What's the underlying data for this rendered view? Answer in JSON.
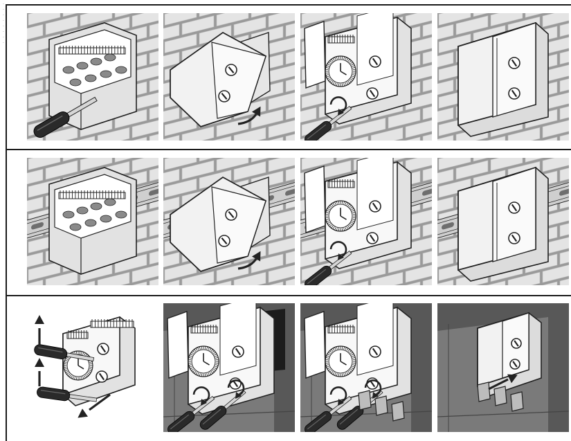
{
  "figure": {
    "rows": [
      {
        "id": "row-wall-mount",
        "steps": [
          {
            "scene": "wall",
            "stage": "base-screwdriver"
          },
          {
            "scene": "wall",
            "stage": "cover-hinge"
          },
          {
            "scene": "wall",
            "stage": "open-screwdriver"
          },
          {
            "scene": "wall",
            "stage": "closed"
          }
        ]
      },
      {
        "id": "row-rail-mount",
        "steps": [
          {
            "scene": "rail",
            "stage": "base"
          },
          {
            "scene": "rail",
            "stage": "cover-hinge"
          },
          {
            "scene": "rail",
            "stage": "open-screwdriver"
          },
          {
            "scene": "rail",
            "stage": "closed"
          }
        ]
      },
      {
        "id": "row-panel-mount",
        "steps": [
          {
            "scene": "plain",
            "stage": "clips"
          },
          {
            "scene": "panel",
            "stage": "insert-screwdrivers"
          },
          {
            "scene": "panel",
            "stage": "open-screwdrivers"
          },
          {
            "scene": "panel",
            "stage": "closed-mounted"
          }
        ]
      }
    ],
    "colors": {
      "wall": "#9a9a9a",
      "brick": "#e4e4e4",
      "mortar": "#7c7c7c",
      "housing": "#f2f2f2",
      "outline": "#222222",
      "handle": "#2a2a2a",
      "panel-dark": "#585858",
      "panel-mid": "#7a7a7a",
      "rail": "#cfcfcf"
    },
    "icons": [
      "screwdriver-icon",
      "rotate-arrow-icon",
      "arrow-icon",
      "timer-dial-icon"
    ]
  }
}
